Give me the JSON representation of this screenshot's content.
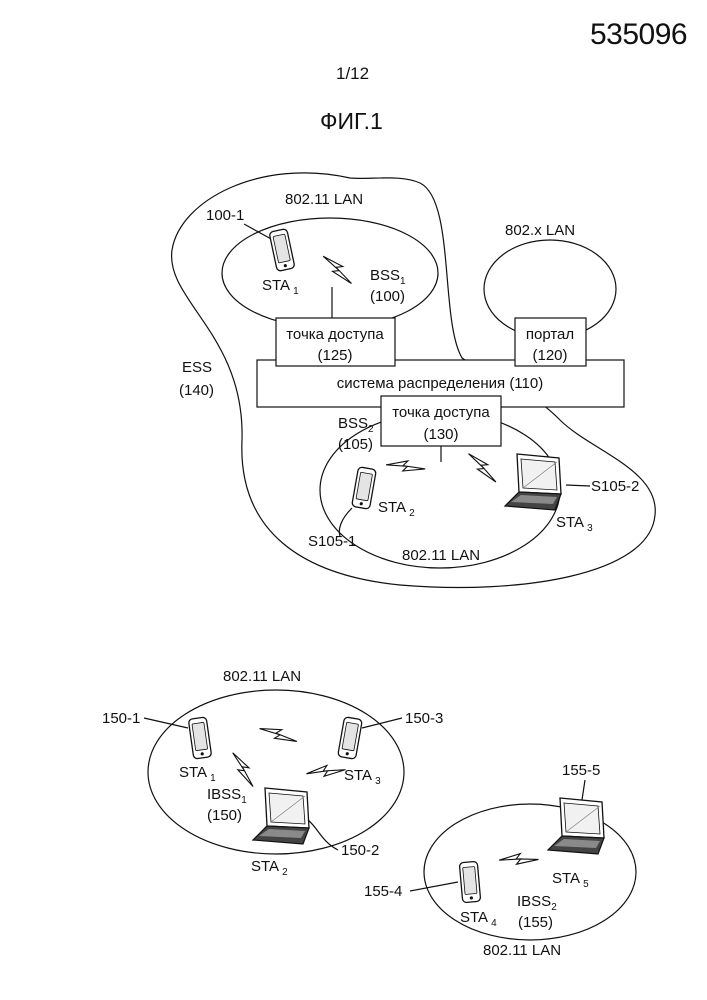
{
  "header": {
    "doc_number": "535096",
    "sheet": "1/12",
    "figure_title": "ФИГ.1"
  },
  "top_diagram": {
    "ess_lan_label": "802.11 LAN",
    "ref_100_1": "100-1",
    "sta1": {
      "base": "STA",
      "sub": "1"
    },
    "bss1": {
      "base": "BSS",
      "sub": "1",
      "ref": "(100)"
    },
    "x_lan_label": "802.x LAN",
    "ap1": {
      "line1": "точка доступа",
      "line2": "(125)"
    },
    "portal": {
      "line1": "портал",
      "line2": "(120)"
    },
    "ess": {
      "line1": "ESS",
      "line2": "(140)"
    },
    "ds_label": "система распределения (110)",
    "ap2": {
      "line1": "точка доступа",
      "line2": "(130)"
    },
    "bss2": {
      "base": "BSS",
      "sub": "2",
      "ref": "(105)"
    },
    "sta2": {
      "base": "STA",
      "sub": "2"
    },
    "sta3": {
      "base": "STA",
      "sub": "3"
    },
    "ref_s105_2": "S105-2",
    "ref_s105_1": "S105-1",
    "bss2_lan_label": "802.11 LAN"
  },
  "ibss1_diagram": {
    "lan_label": "802.11 LAN",
    "ref_150_1": "150-1",
    "ref_150_3": "150-3",
    "sta1": {
      "base": "STA",
      "sub": "1"
    },
    "sta3": {
      "base": "STA",
      "sub": "3"
    },
    "ibss1": {
      "base": "IBSS",
      "sub": "1",
      "ref": "(150)"
    },
    "ref_150_2": "150-2",
    "sta2": {
      "base": "STA",
      "sub": "2"
    }
  },
  "ibss2_diagram": {
    "ref_155_5": "155-5",
    "sta5": {
      "base": "STA",
      "sub": "5"
    },
    "ref_155_4": "155-4",
    "sta4": {
      "base": "STA",
      "sub": "4"
    },
    "ibss2": {
      "base": "IBSS",
      "sub": "2",
      "ref": "(155)"
    },
    "lan_label": "802.11 LAN"
  }
}
